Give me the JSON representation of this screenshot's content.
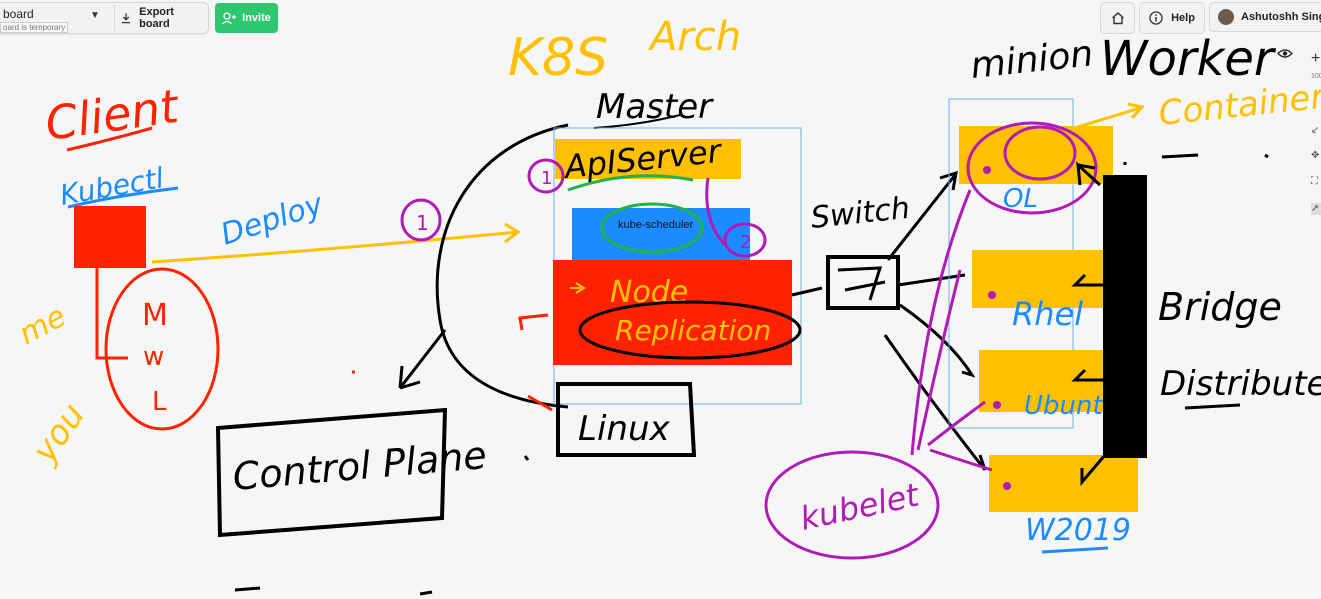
{
  "toolbar": {
    "board_name": "board",
    "board_note": "oard is temporary",
    "export_label": "Export board",
    "invite_label": "Invite",
    "help_label": "Help",
    "user_name": "Ashutoshh Singh",
    "zoom_level": "100"
  },
  "sketch": {
    "title_left": "K8S",
    "title_right": "Arch",
    "client_label": "Client",
    "kubectl_label": "Kubectl",
    "deploy_label": "Deploy",
    "me_label": "me",
    "you_label": "you",
    "mwl_m": "M",
    "mwl_w": "w",
    "mwl_l": "L",
    "marker_1": "1",
    "marker_circled_1": "1",
    "marker_circled_2": "2",
    "master_label": "Master",
    "apiserver_label": "ApIServer",
    "kube_scheduler_label": "kube-scheduler",
    "node_label": "Node",
    "replication_label": "Replication",
    "linux_label": "Linux",
    "control_plane_label": "Control Plane",
    "switch_label": "Switch",
    "minion_label": "minion",
    "worker_label": "Worker",
    "container_label": "Container",
    "ol_label": "OL",
    "rhel_label": "Rhel",
    "ubuntu_label": "Ubuntu",
    "w2019_label": "W2019",
    "kubelet_label": "kubelet",
    "bridge_label": "Bridge",
    "distributed_label": "Distributed"
  },
  "colors": {
    "red": "#ff2200",
    "blue": "#1a8cff",
    "yellow": "#ffc000",
    "purple": "#b01ab6",
    "green": "#22b14c",
    "black": "#000000",
    "invite_green": "#2ec770"
  }
}
